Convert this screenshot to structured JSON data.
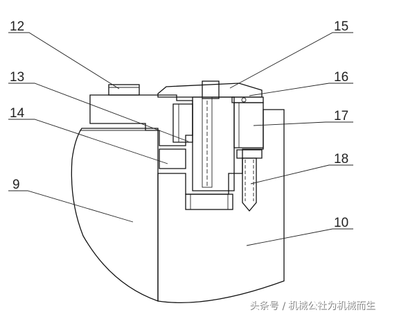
{
  "labels": [
    {
      "id": "12",
      "text": "12"
    },
    {
      "id": "13",
      "text": "13"
    },
    {
      "id": "14",
      "text": "14"
    },
    {
      "id": "9",
      "text": "9"
    },
    {
      "id": "15",
      "text": "15"
    },
    {
      "id": "16",
      "text": "16"
    },
    {
      "id": "17",
      "text": "17"
    },
    {
      "id": "18",
      "text": "18"
    },
    {
      "id": "10",
      "text": "10"
    }
  ],
  "watermark": "头条号 / 机械公社为机械而生",
  "colors": {
    "line": "#111111",
    "background": "#ffffff",
    "watermark_shadow": "#777777"
  }
}
